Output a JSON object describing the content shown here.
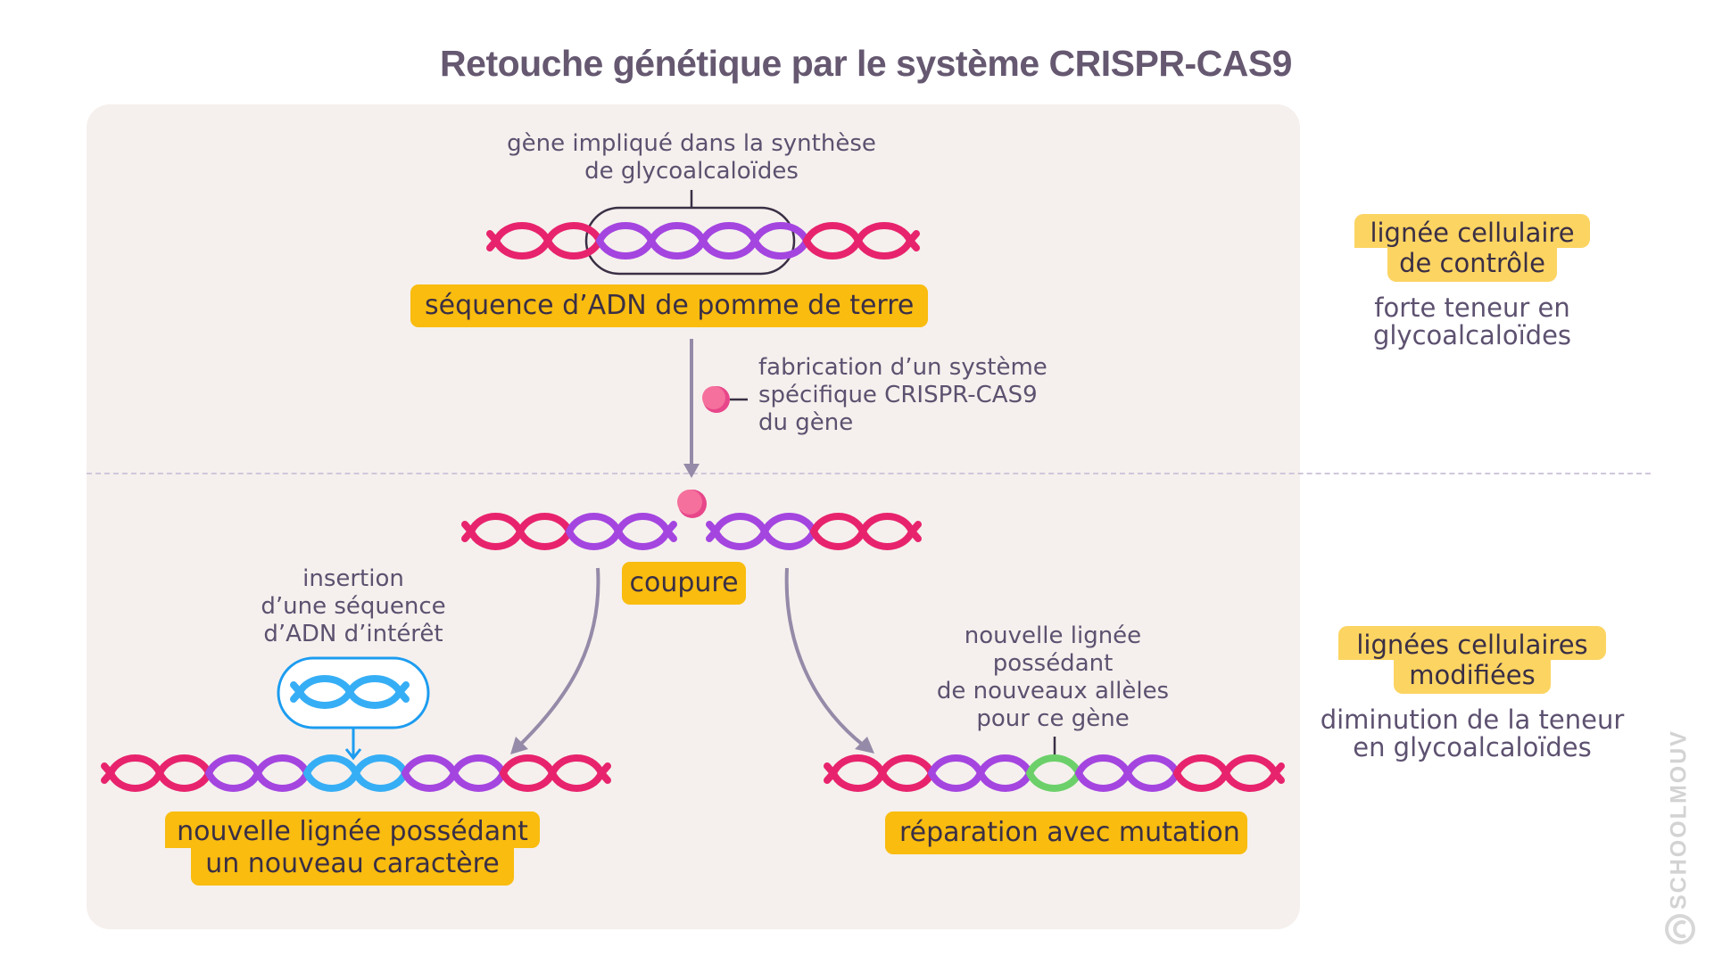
{
  "title": "Retouche génétique par le système CRISPR-CAS9",
  "colors": {
    "panel_bg": "#f5f0ed",
    "label_yellow": "#f9bc0f",
    "side_yellow": "#fcd462",
    "dna_pink": "#e8236d",
    "dna_purple": "#a445e0",
    "dna_blue": "#36aef5",
    "dna_green": "#6cd06a",
    "cas9_pink": "#f5709c",
    "arrow_gray": "#958aa8",
    "text": "#5d5170"
  },
  "top": {
    "gene_annotation": [
      "gène impliqué dans la synthèse",
      "de glycoalcaloïdes"
    ],
    "dna_label": "séquence d’ADN de pomme de terre",
    "dna_segments": [
      "pink",
      "pink",
      "purple",
      "purple",
      "purple",
      "purple",
      "pink",
      "pink"
    ],
    "crispr_annotation": [
      "fabrication d’un système",
      "spécifique CRISPR-CAS9",
      "du gène"
    ]
  },
  "cut": {
    "label": "coupure",
    "left_segments": [
      "pink",
      "pink",
      "purple",
      "purple"
    ],
    "right_segments": [
      "purple",
      "purple",
      "pink",
      "pink"
    ]
  },
  "left_branch": {
    "insertion_annotation": [
      "insertion",
      "d’une séquence",
      "d’ADN d’intérêt"
    ],
    "insert_segments": [
      "blue",
      "blue"
    ],
    "dna_segments": [
      "pink",
      "pink",
      "purple",
      "purple",
      "blue",
      "blue",
      "purple",
      "purple",
      "pink",
      "pink"
    ],
    "label": [
      "nouvelle lignée possédant",
      "un nouveau caractère"
    ]
  },
  "right_branch": {
    "allele_annotation": [
      "nouvelle lignée",
      "possédant",
      "de nouveaux allèles",
      "pour ce gène"
    ],
    "dna_segments": [
      "pink",
      "pink",
      "purple",
      "purple",
      "green",
      "purple",
      "purple",
      "pink",
      "pink"
    ],
    "label": "réparation avec mutation"
  },
  "side": {
    "control": {
      "label": [
        "lignée cellulaire",
        "de contrôle"
      ],
      "description": [
        "forte teneur en",
        "glycoalcaloïdes"
      ]
    },
    "modified": {
      "label": [
        "lignées cellulaires",
        "modifiées"
      ],
      "description": [
        "diminution de la teneur",
        "en glycoalcaloïdes"
      ]
    }
  },
  "watermark": "SCHOOLMOUV"
}
